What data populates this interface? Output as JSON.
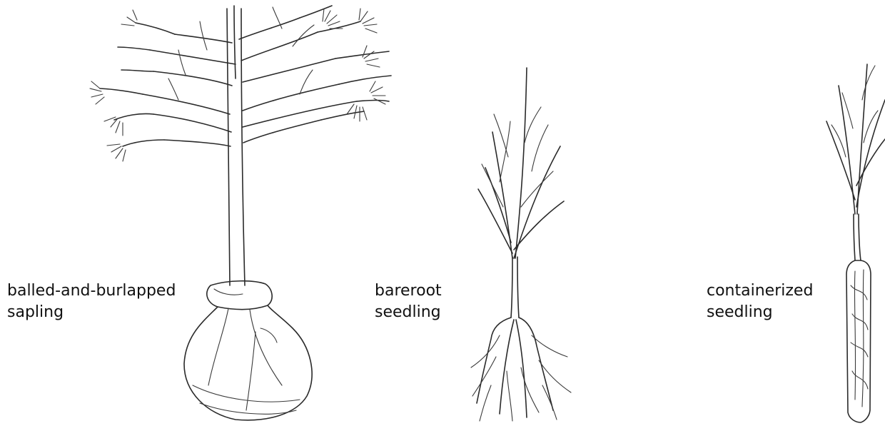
{
  "labels": {
    "sapling": {
      "line1": "balled-and-burlapped",
      "line2": "sapling"
    },
    "bareroot": {
      "line1": "bareroot",
      "line2": "seedling"
    },
    "containerized": {
      "line1": "containerized",
      "line2": "seedling"
    }
  },
  "colors": {
    "ink": "#2a2a2a",
    "background": "#ffffff",
    "text": "#111111"
  }
}
